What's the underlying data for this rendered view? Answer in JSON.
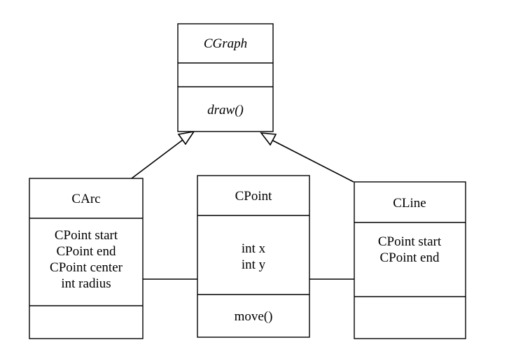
{
  "classes": {
    "cgraph": {
      "name": "CGraph",
      "attributes": [],
      "methods": [
        "draw()"
      ]
    },
    "carc": {
      "name": "CArc",
      "attributes": [
        "CPoint start",
        "CPoint end",
        "CPoint center",
        "int radius"
      ],
      "methods": []
    },
    "cpoint": {
      "name": "CPoint",
      "attributes": [
        "int x",
        "int y"
      ],
      "methods": [
        "move()"
      ]
    },
    "cline": {
      "name": "CLine",
      "attributes": [
        "CPoint start",
        "CPoint end"
      ],
      "methods": []
    }
  }
}
